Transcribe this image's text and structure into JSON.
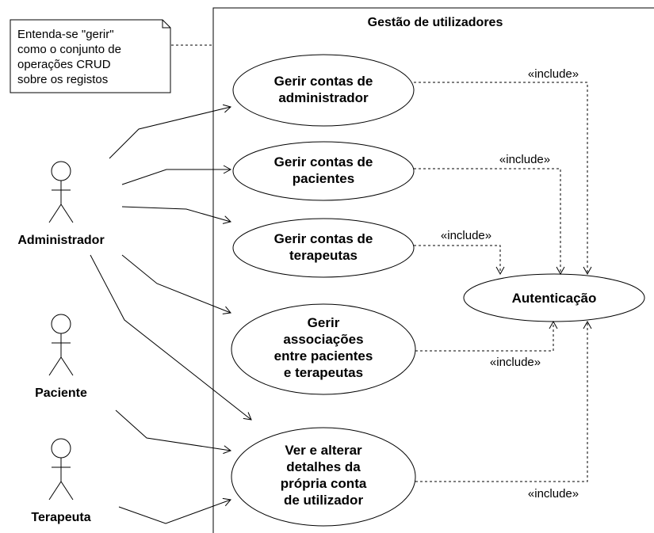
{
  "system": {
    "title": "Gestão de utilizadores"
  },
  "note": {
    "lines": [
      "Entenda-se \"gerir\"",
      "como o conjunto de",
      "operações CRUD",
      "sobre os registos"
    ]
  },
  "actors": [
    {
      "id": "administrador",
      "label": "Administrador"
    },
    {
      "id": "paciente",
      "label": "Paciente"
    },
    {
      "id": "terapeuta",
      "label": "Terapeuta"
    }
  ],
  "use_cases": [
    {
      "id": "uc-admin",
      "lines": [
        "Gerir contas de",
        "administrador"
      ]
    },
    {
      "id": "uc-pacientes",
      "lines": [
        "Gerir contas de",
        "pacientes"
      ]
    },
    {
      "id": "uc-terapeutas",
      "lines": [
        "Gerir contas de",
        "terapeutas"
      ]
    },
    {
      "id": "uc-associacoes",
      "lines": [
        "Gerir",
        "associações",
        "entre pacientes",
        "e terapeutas"
      ]
    },
    {
      "id": "uc-detalhes",
      "lines": [
        "Ver e alterar",
        "detalhes da",
        "própria conta",
        "de utilizador"
      ]
    },
    {
      "id": "uc-autenticacao",
      "lines": [
        "Autenticação"
      ]
    }
  ],
  "include_label": "«include»",
  "colors": {
    "line": "#000000",
    "background": "#ffffff"
  }
}
